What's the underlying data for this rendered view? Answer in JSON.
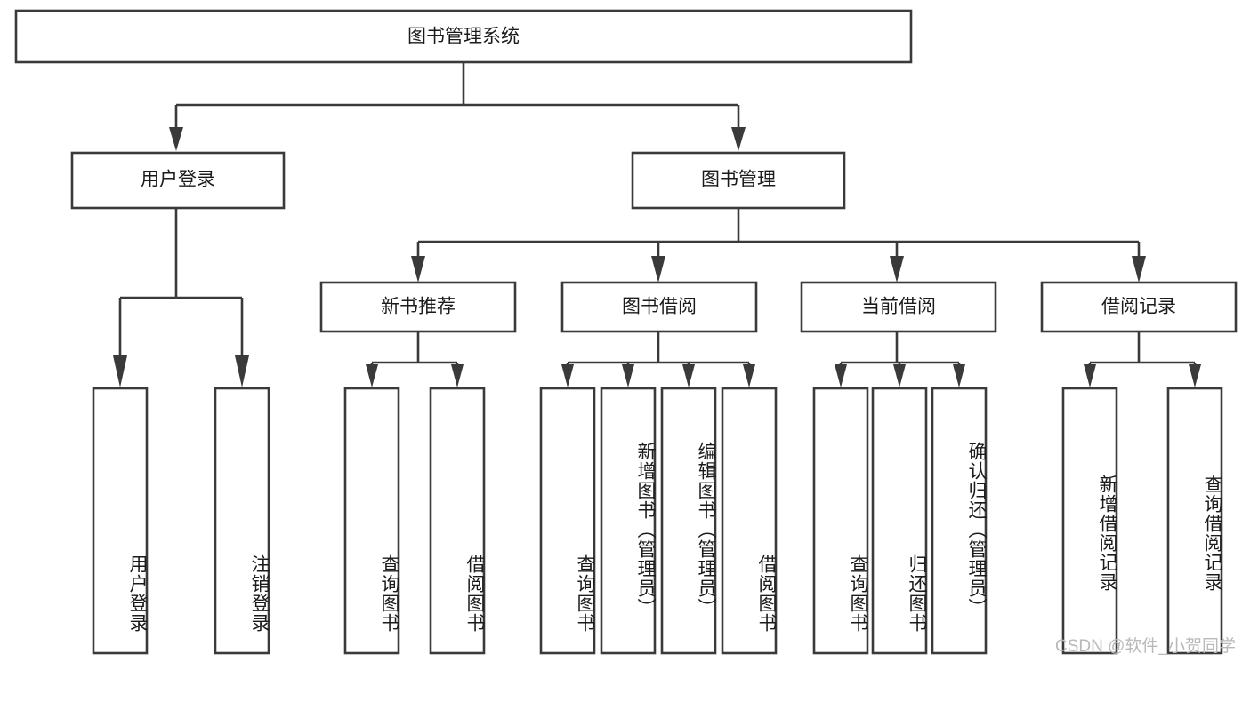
{
  "diagram": {
    "title": "图书管理系统",
    "type": "tree-hierarchy",
    "root": {
      "id": "root",
      "label": "图书管理系统"
    },
    "level2": [
      {
        "id": "user-login",
        "label": "用户登录"
      },
      {
        "id": "book-management",
        "label": "图书管理"
      }
    ],
    "level3": [
      {
        "id": "new-book-recommend",
        "label": "新书推荐",
        "parent": "book-management"
      },
      {
        "id": "book-borrow",
        "label": "图书借阅",
        "parent": "book-management"
      },
      {
        "id": "current-borrow",
        "label": "当前借阅",
        "parent": "book-management"
      },
      {
        "id": "borrow-record",
        "label": "借阅记录",
        "parent": "book-management"
      }
    ],
    "leaves": {
      "user-login": [
        {
          "id": "leaf-user-login",
          "label": "用户登录"
        },
        {
          "id": "leaf-logout-login",
          "label": "注销登录"
        }
      ],
      "new-book-recommend": [
        {
          "id": "leaf-query-book-1",
          "label": "查询图书"
        },
        {
          "id": "leaf-borrow-book-1",
          "label": "借阅图书"
        }
      ],
      "book-borrow": [
        {
          "id": "leaf-query-book-2",
          "label": "查询图书"
        },
        {
          "id": "leaf-add-book",
          "label": "新增图书（管理员）"
        },
        {
          "id": "leaf-edit-book",
          "label": "编辑图书（管理员）"
        },
        {
          "id": "leaf-borrow-book-2",
          "label": "借阅图书"
        }
      ],
      "current-borrow": [
        {
          "id": "leaf-query-book-3",
          "label": "查询图书"
        },
        {
          "id": "leaf-return-book",
          "label": "归还图书"
        },
        {
          "id": "leaf-confirm-return",
          "label": "确认归还（管理员）"
        }
      ],
      "borrow-record": [
        {
          "id": "leaf-add-record",
          "label": "新增借阅记录"
        },
        {
          "id": "leaf-query-record",
          "label": "查询借阅记录"
        }
      ]
    }
  },
  "watermark": {
    "text": "CSDN @软件_小贺同学"
  },
  "colors": {
    "stroke": "#3a3a3a",
    "fill": "#ffffff",
    "text": "#1b1b1b",
    "watermark": "#b9b9b9"
  }
}
